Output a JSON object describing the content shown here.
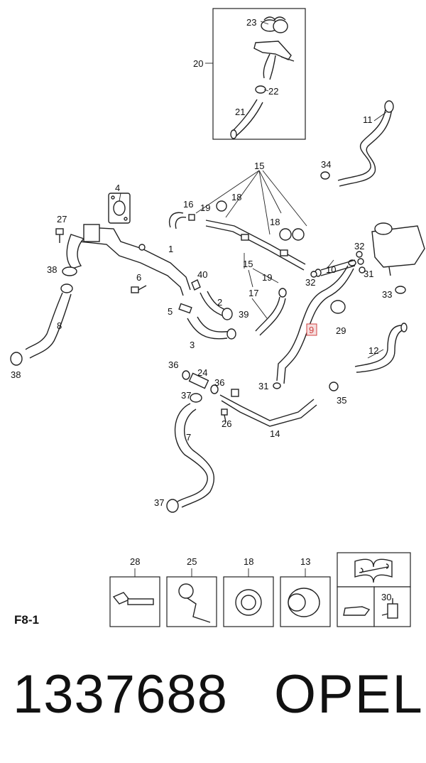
{
  "labels": {
    "l1": "1",
    "l2": "2",
    "l3": "3",
    "l4": "4",
    "l5": "5",
    "l6": "6",
    "l7": "7",
    "l8": "8",
    "l9": "9",
    "l11": "11",
    "l12": "12",
    "l13": "13",
    "l14": "14",
    "l15a": "15",
    "l15b": "15",
    "l16": "16",
    "l17": "17",
    "l18a": "18",
    "l18b": "18",
    "l18c": "18",
    "l19a": "19",
    "l19b": "19",
    "l20": "20",
    "l21": "21",
    "l22": "22",
    "l23": "23",
    "l24": "24",
    "l25": "25",
    "l26": "26",
    "l27": "27",
    "l28": "28",
    "l29": "29",
    "l30": "30",
    "l31a": "31",
    "l31b": "31",
    "l32a": "32",
    "l32b": "32",
    "l33": "33",
    "l34": "34",
    "l35": "35",
    "l36a": "36",
    "l36b": "36",
    "l37a": "37",
    "l37b": "37",
    "l38a": "38",
    "l38b": "38",
    "l39": "39",
    "l40": "40"
  },
  "highlighted_part": "9",
  "highlight_color": "#d04040",
  "ref_code": "F8-1",
  "part_number": "1337688",
  "brand": "OPEL",
  "icons": [
    "manual-wrench-icon",
    "oil-can-icon"
  ]
}
